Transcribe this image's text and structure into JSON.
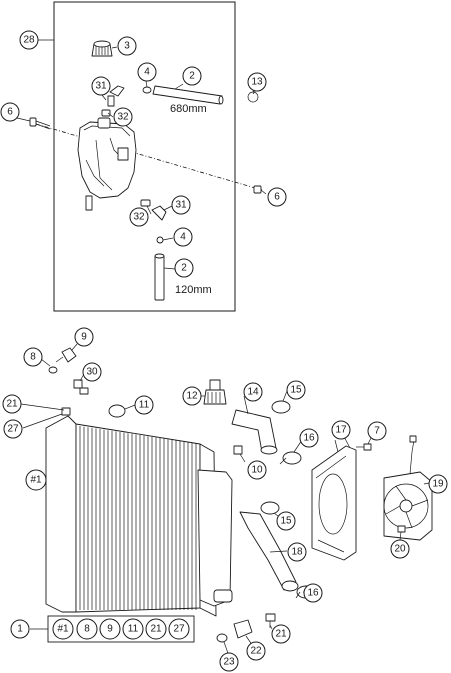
{
  "callouts": {
    "c28": "28",
    "c3": "3",
    "c31a": "31",
    "c4a": "4",
    "c2a": "2",
    "c13": "13",
    "c6a": "6",
    "c32a": "32",
    "c6b": "6",
    "c32b": "32",
    "c31b": "31",
    "c4b": "4",
    "c2b": "2",
    "c9": "9",
    "c8": "8",
    "c30": "30",
    "c21a": "21",
    "c27": "27",
    "c11": "11",
    "c12": "12",
    "c14": "14",
    "c15a": "15",
    "c16a": "16",
    "c17": "17",
    "c7": "7",
    "c10": "10",
    "c1main": "#1",
    "c19": "19",
    "c15b": "15",
    "c18": "18",
    "c20": "20",
    "c16b": "16",
    "c21b": "21",
    "c22": "22",
    "c23": "23",
    "c1": "1"
  },
  "hose_lengths": {
    "upper": "680mm",
    "lower": "120mm"
  },
  "kit": {
    "items": [
      "#1",
      "8",
      "9",
      "11",
      "21",
      "27"
    ]
  }
}
